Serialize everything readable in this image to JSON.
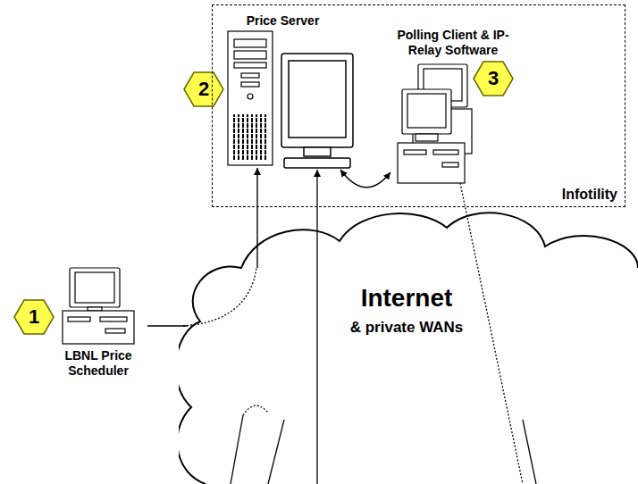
{
  "diagram": {
    "nodes": [
      {
        "text": [
          "Infotility"
        ]
      },
      {
        "text": [
          "Price Server"
        ],
        "in": 0
      },
      {
        "text": [
          "Polling Client & IP-Relay Software"
        ],
        "in": 0
      },
      {
        "text": [
          "LBNL Price Scheduler"
        ]
      },
      {
        "text": [
          "Internet",
          "& private WANs"
        ]
      }
    ],
    "edges": [
      {
        "from": 3,
        "to": 4,
        "arrow": "none"
      },
      {
        "from": 4,
        "to": 1,
        "arrow": "to"
      },
      {
        "from": 1,
        "to": 2,
        "arrow": "both"
      }
    ],
    "labels": [
      "1",
      "2",
      "3"
    ]
  }
}
